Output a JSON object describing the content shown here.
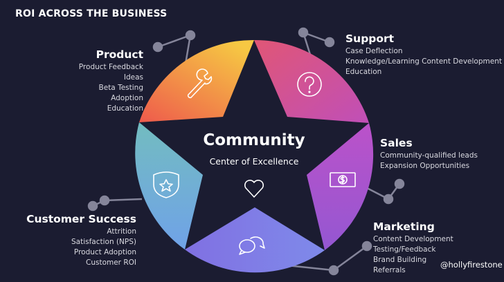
{
  "title": "ROI ACROSS THE BUSINESS",
  "center": {
    "title": "Community",
    "subtitle": "Center of Excellence",
    "icon": "heart-icon"
  },
  "segments": [
    {
      "heading": "Product",
      "icon": "wrench-icon",
      "colors": [
        "#f6c843",
        "#ee5a4c"
      ],
      "items": [
        "Product Feedback",
        "Ideas",
        "Beta Testing",
        "Adoption",
        "Education"
      ]
    },
    {
      "heading": "Support",
      "icon": "question-circle-icon",
      "colors": [
        "#e05676",
        "#c04fb8"
      ],
      "items": [
        "Case Deflection",
        "Knowledge/Learning Content Development",
        "Education"
      ]
    },
    {
      "heading": "Sales",
      "icon": "dollar-bill-icon",
      "colors": [
        "#bb52c9",
        "#9457d2"
      ],
      "items": [
        "Community-qualified leads",
        "Expansion Opportunities"
      ]
    },
    {
      "heading": "Marketing",
      "icon": "chat-bubbles-icon",
      "colors": [
        "#8177e6",
        "#7f86ea"
      ],
      "items": [
        "Content Development",
        "Testing/Feedback",
        "Brand Building",
        "Referrals"
      ]
    },
    {
      "heading": "Customer Success",
      "icon": "shield-star-icon",
      "colors": [
        "#72b9c2",
        "#70a2e6"
      ],
      "items": [
        "Attrition",
        "Satisfaction (NPS)",
        "Product Adoption",
        "Customer ROI"
      ]
    }
  ],
  "handle": "@hollyfirestone",
  "colors": {
    "background": "#1b1c31",
    "connector": "#85859a"
  }
}
